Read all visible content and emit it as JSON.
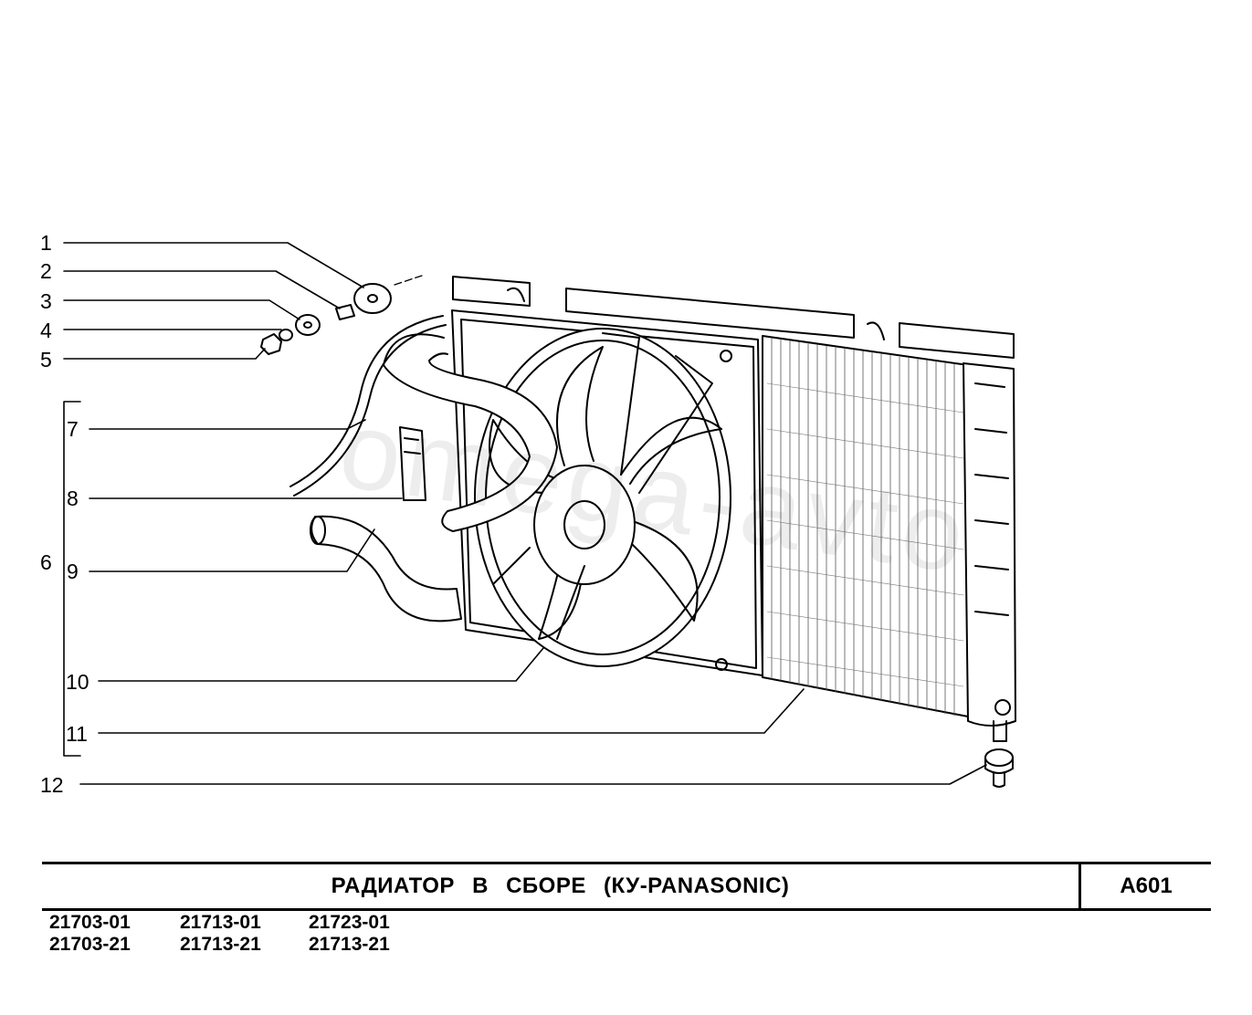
{
  "diagram": {
    "callouts": [
      "1",
      "2",
      "3",
      "4",
      "5",
      "6",
      "7",
      "8",
      "9",
      "10",
      "11",
      "12"
    ]
  },
  "title_block": {
    "title": "РАДИАТОР   В   СБОРЕ  (КУ-PANASONIC)",
    "page_code": "A601"
  },
  "models": [
    [
      "21703-01",
      "21713-01",
      "21723-01"
    ],
    [
      "21703-21",
      "21713-21",
      "21713-21"
    ]
  ],
  "watermark": "omega-avto"
}
